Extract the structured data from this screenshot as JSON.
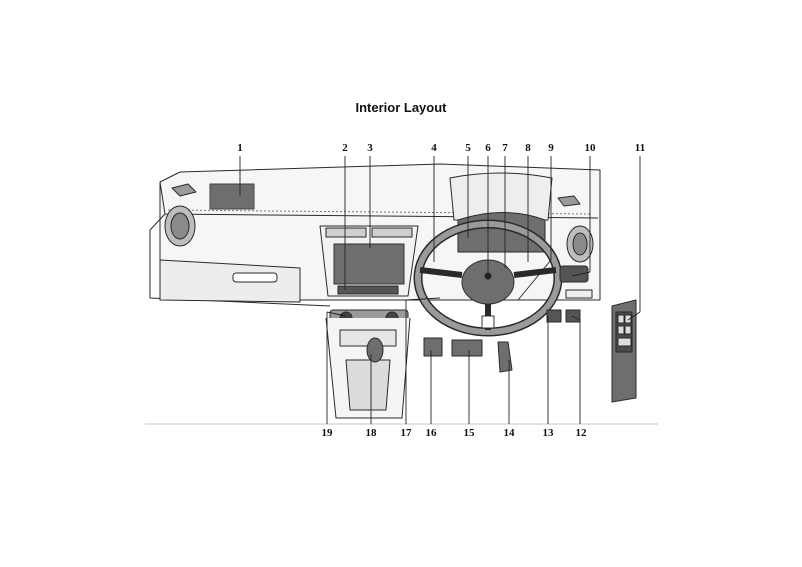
{
  "page": {
    "title": "Interior Layout"
  },
  "callouts_top": [
    "1",
    "2",
    "3",
    "4",
    "5",
    "6",
    "7",
    "8",
    "9",
    "10",
    "11"
  ],
  "callouts_bottom": [
    "19",
    "18",
    "17",
    "16",
    "15",
    "14",
    "13",
    "12"
  ],
  "colors": {
    "line": "#2a2a2a",
    "fill_light": "#f4f4f4",
    "fill_mid": "#cfcfcf",
    "fill_dark": "#6e6e6e",
    "shadow": "#a9a9a9"
  }
}
